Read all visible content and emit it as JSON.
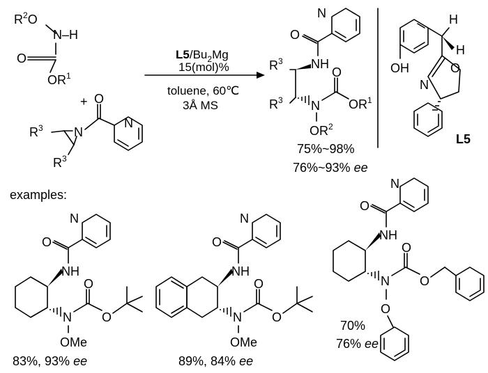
{
  "reaction": {
    "reagent_over_arrow": {
      "ligand": "L5",
      "catalyst": "/Bu",
      "sub2": "2",
      "metal": "Mg"
    },
    "loading": "15(mol)%",
    "conditions_line1": "toluene, 60℃",
    "conditions_line2": "3Å MS",
    "plus": "+",
    "product_yield": "75%~98%",
    "product_ee_value": "76%~93%",
    "ee_word": "ee"
  },
  "atoms": {
    "R": "R",
    "sup1": "1",
    "sup2": "2",
    "sup3": "3",
    "O": "O",
    "N": "N",
    "NH": "NH",
    "H": "H",
    "OH": "OH",
    "OMe": "OMe",
    "dash": "–"
  },
  "ligand": {
    "label": "L5"
  },
  "examples": {
    "heading": "examples:",
    "items": [
      {
        "yield": "83%, 93%",
        "ee_word": "ee"
      },
      {
        "yield": "89%, 84%",
        "ee_word": "ee"
      },
      {
        "yield": "70%",
        "ee_value": "76%",
        "ee_word": "ee"
      }
    ]
  }
}
